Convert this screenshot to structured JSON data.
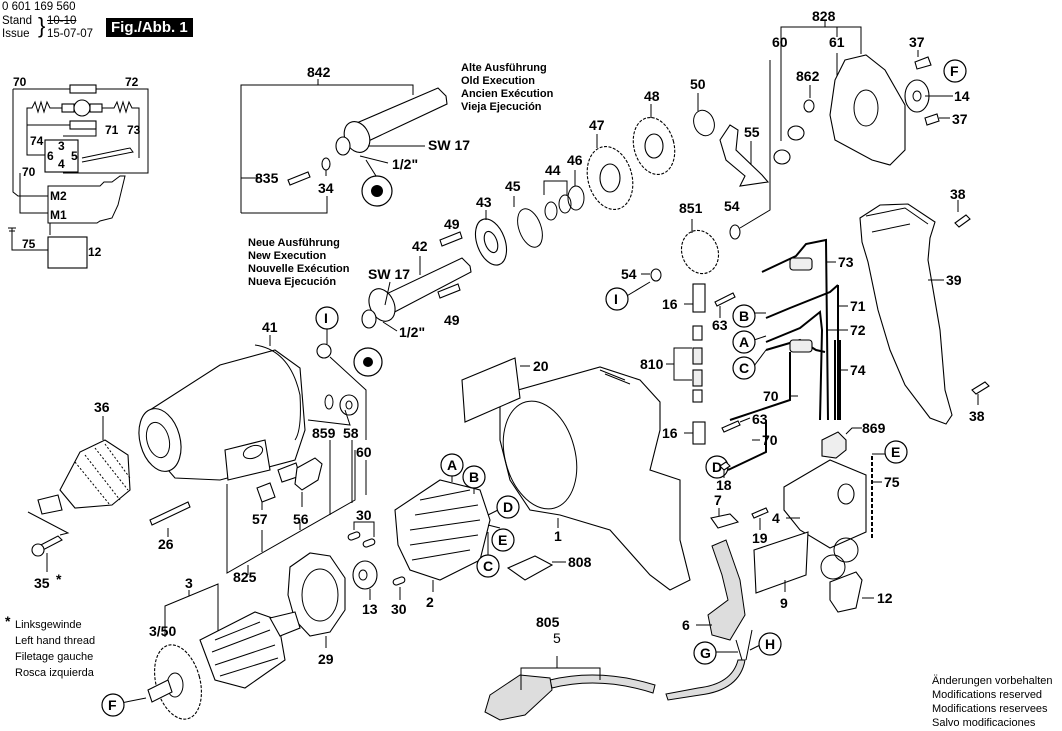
{
  "header": {
    "part_number": "0 601 169 560",
    "stand_label": "Stand",
    "issue_label": "Issue",
    "stand_value_struck": "10-10",
    "issue_value": "15-07-07",
    "figure_label": "Fig./Abb. 1"
  },
  "old_execution": [
    "Alte Ausführung",
    "Old Execution",
    "Ancien Exécution",
    "Vieja Ejecución"
  ],
  "new_execution": [
    "Neue Ausführung",
    "New Execution",
    "Nouvelle Exécution",
    "Nueva Ejecución"
  ],
  "footnote": {
    "marker": "*",
    "lines": [
      "Linksgewinde",
      "Left hand thread",
      "Filetage gauche",
      "Rosca izquierda"
    ]
  },
  "modifications": [
    "Änderungen vorbehalten",
    "Modifications reserved",
    "Modifications reservees",
    "Salvo modificaciones"
  ],
  "wiring": {
    "labels": [
      "70",
      "72",
      "71",
      "73",
      "74",
      "3",
      "6",
      "5",
      "4",
      "70",
      "M2",
      "M1",
      "75",
      "12"
    ]
  },
  "part_labels": {
    "p842": "842",
    "p835": "835",
    "p34": "34",
    "sw17a": "SW 17",
    "half_a": "1/2\"",
    "p42": "42",
    "p49a": "49",
    "p49b": "49",
    "sw17b": "SW 17",
    "half_b": "1/2\"",
    "p43": "43",
    "p45": "45",
    "p44": "44",
    "p46": "46",
    "p47": "47",
    "p48": "48",
    "p50": "50",
    "p55": "55",
    "p828": "828",
    "p60a": "60",
    "p61": "61",
    "p862": "862",
    "p37a": "37",
    "p37b": "37",
    "p14": "14",
    "p851": "851",
    "p54a": "54",
    "p54b": "54",
    "p16a": "16",
    "p63a": "63",
    "p73": "73",
    "p71": "71",
    "p72": "72",
    "p74": "74",
    "p810": "810",
    "p70a": "70",
    "p70b": "70",
    "p63b": "63",
    "p16b": "16",
    "p869": "869",
    "p38a": "38",
    "p39": "39",
    "p38b": "38",
    "p75": "75",
    "p18": "18",
    "p7": "7",
    "p19": "19",
    "p4": "4",
    "p9": "9",
    "p12": "12",
    "p6": "6",
    "p20": "20",
    "p1": "1",
    "p808": "808",
    "p41": "41",
    "p36": "36",
    "p26": "26",
    "p35": "35",
    "p35mark": "*",
    "p57": "57",
    "p56": "56",
    "p825": "825",
    "p859": "859",
    "p58": "58",
    "p60b": "60",
    "p30a": "30",
    "p30b": "30",
    "p13": "13",
    "p2": "2",
    "p29": "29",
    "p3": "3",
    "p350": "3/50",
    "p805": "805",
    "p5": "5"
  },
  "callouts": {
    "I1": "I",
    "I2": "I",
    "F1": "F",
    "F2": "F",
    "A1": "A",
    "B1": "B",
    "C1": "C",
    "D1": "D",
    "E1": "E",
    "A2": "A",
    "B2": "B",
    "C2": "C",
    "D2": "D",
    "E2": "E",
    "G": "G",
    "H": "H"
  }
}
